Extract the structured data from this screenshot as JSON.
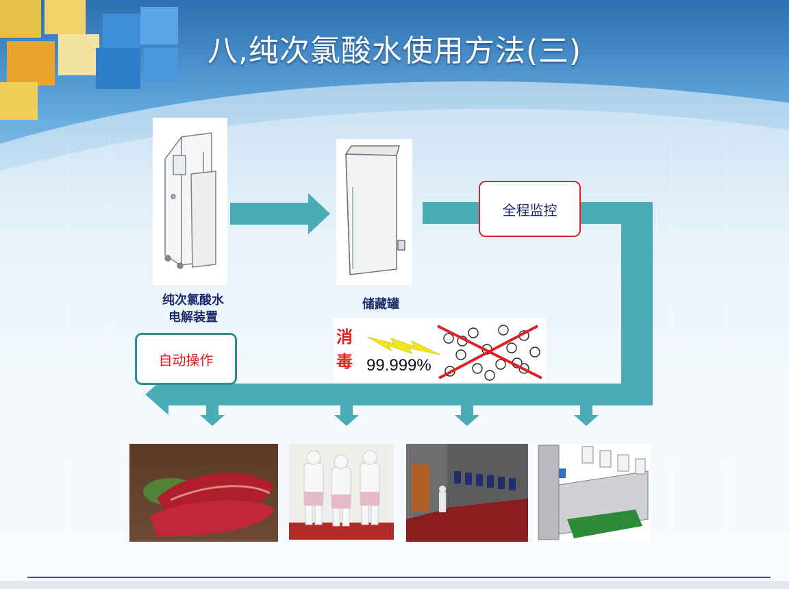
{
  "slide": {
    "title": "八,纯次氯酸水使用方法(三)"
  },
  "devices": {
    "electrolysis_label_line1": "纯次氯酸水",
    "electrolysis_label_line2": "电解装置",
    "tank_label": "储藏罐"
  },
  "callouts": {
    "monitoring": "全程监控",
    "auto_operation": "自动操作"
  },
  "disinfection": {
    "char1": "消",
    "char2": "毒",
    "rate": "99.999%"
  },
  "colors": {
    "flow_arrow": "#4aacb6",
    "monitor_border": "#e02020",
    "auto_border": "#2b8f8f",
    "label_text": "#1e2b6a",
    "callout_text_monitor": "#1e2b6a",
    "callout_text_auto": "#e02020",
    "disinfect_text": "#e02020"
  },
  "photos": [
    {
      "name": "meat-photo"
    },
    {
      "name": "workers-photo"
    },
    {
      "name": "facility-photo"
    },
    {
      "name": "washing-station-photo"
    }
  ]
}
